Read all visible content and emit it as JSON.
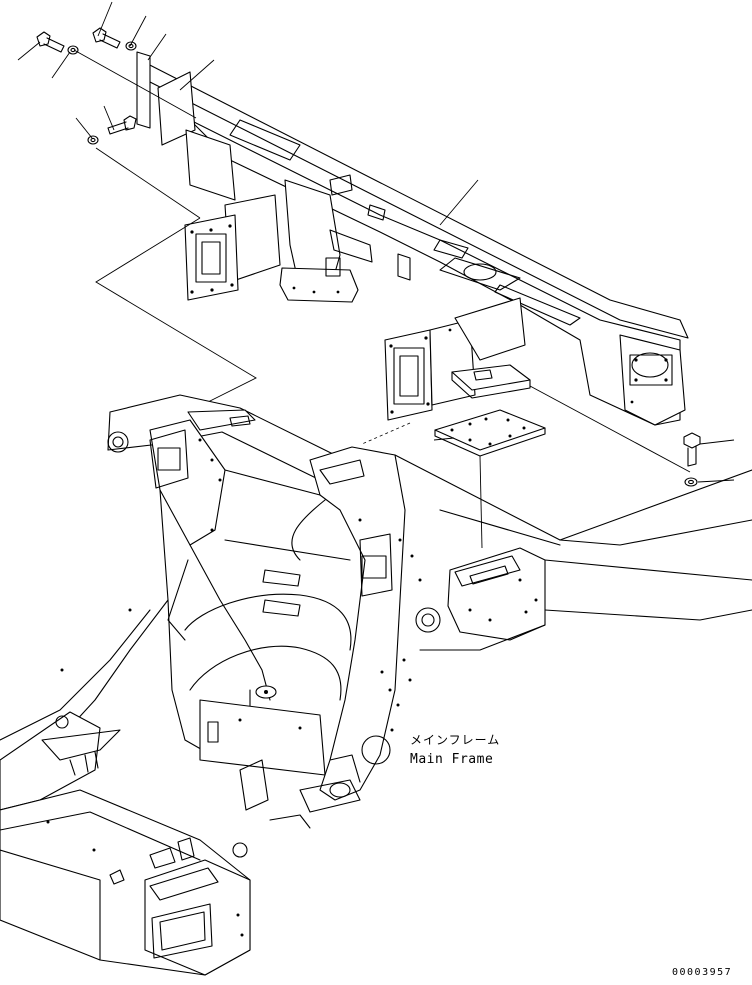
{
  "labels": {
    "main_frame_jp": "メインフレーム",
    "main_frame_en": "Main Frame"
  },
  "drawing_number": "00003957",
  "colors": {
    "line": "#000000",
    "background": "#ffffff"
  }
}
